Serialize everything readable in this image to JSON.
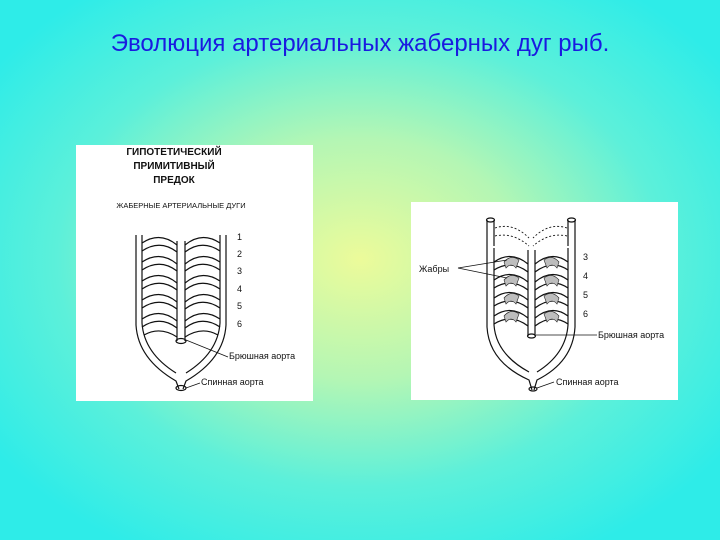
{
  "slide": {
    "title": "Эволюция артериальных жаберных дуг рыб."
  },
  "left_diagram": {
    "heading_lines": [
      "ГИПОТЕТИЧЕСКИЙ",
      "ПРИМИТИВНЫЙ",
      "ПРЕДОК"
    ],
    "subheading": "ЖАБЕРНЫЕ АРТЕРИАЛЬНЫЕ ДУГИ",
    "arch_numbers": [
      "1",
      "2",
      "3",
      "4",
      "5",
      "6"
    ],
    "ventral_aorta_label": "Брюшная аорта",
    "dorsal_aorta_label": "Спинная аорта"
  },
  "right_diagram": {
    "gills_label": "Жабры",
    "arch_numbers": [
      "3",
      "4",
      "5",
      "6"
    ],
    "ventral_aorta_label": "Брюшная аорта",
    "dorsal_aorta_label": "Спинная аорта"
  }
}
